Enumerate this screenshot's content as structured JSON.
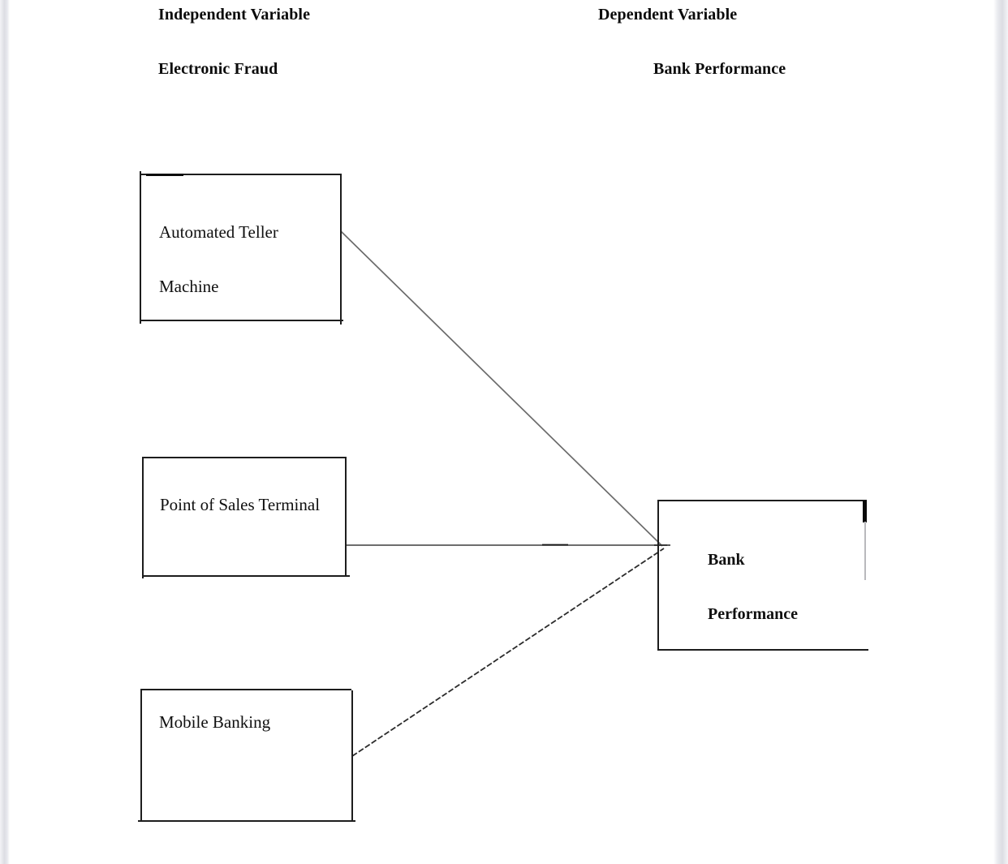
{
  "document": {
    "type": "conceptual-framework-diagram",
    "headings": {
      "independent": "Independent Variable",
      "dependent": "Dependent Variable",
      "independent_construct": "Electronic Fraud",
      "dependent_construct": "Bank Performance"
    }
  },
  "diagram": {
    "independent_nodes": [
      {
        "id": "atm",
        "line1": "Automated Teller",
        "line2": "Machine"
      },
      {
        "id": "pos",
        "line1": "Point of Sales Terminal",
        "line2": ""
      },
      {
        "id": "mobile",
        "line1": "Mobile Banking",
        "line2": ""
      }
    ],
    "dependent_nodes": [
      {
        "id": "bank",
        "line1": "Bank",
        "line2": "Performance"
      }
    ],
    "connectors": [
      {
        "from": "atm",
        "to": "bank",
        "style": "diagonal-down"
      },
      {
        "from": "pos",
        "to": "bank",
        "style": "horizontal"
      },
      {
        "from": "mobile",
        "to": "bank",
        "style": "diagonal-up"
      }
    ],
    "colors": {
      "ink": "#1d1d1d",
      "connector": "#5a5a5a",
      "page": "#ffffff",
      "gutter": "#dcdde3"
    }
  }
}
